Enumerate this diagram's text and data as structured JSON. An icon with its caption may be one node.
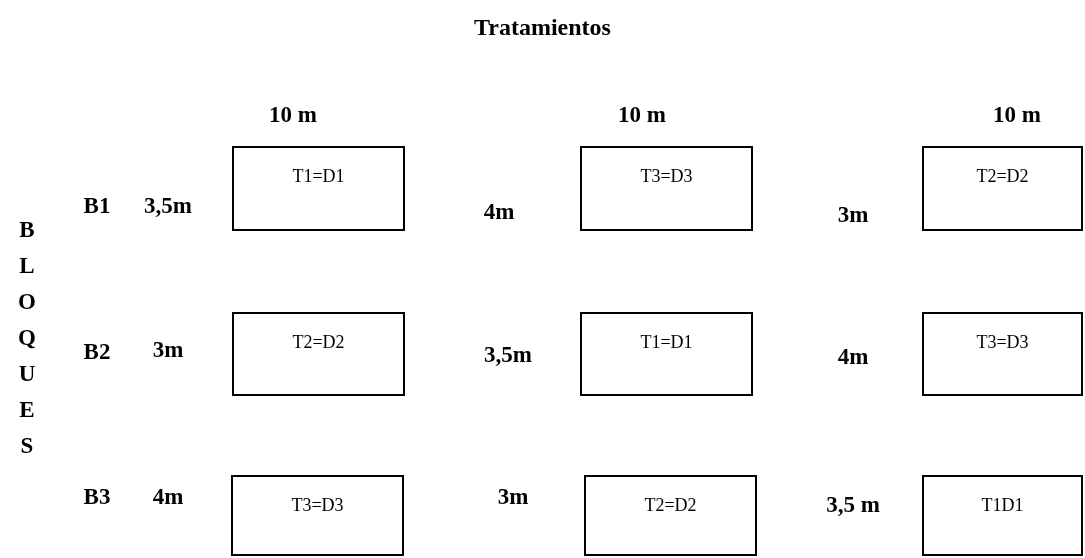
{
  "diagram": {
    "title": "Tratamientos",
    "nodes": [
      {
        "text": [
          "T1=D1"
        ]
      },
      {
        "text": [
          "T3=D3"
        ]
      },
      {
        "text": [
          "T2=D2"
        ]
      },
      {
        "text": [
          "T2=D2"
        ]
      },
      {
        "text": [
          "T1=D1"
        ]
      },
      {
        "text": [
          "T3=D3"
        ]
      },
      {
        "text": [
          "T3=D3"
        ]
      },
      {
        "text": [
          "T2=D2"
        ]
      },
      {
        "text": [
          "T1D1"
        ]
      }
    ],
    "labels": [
      "10 m",
      "10 m",
      "10 m",
      "B1",
      "3,5m",
      "4m",
      "3m",
      "BLOQUES",
      "B2",
      "3m",
      "3,5m",
      "4m",
      "B3",
      "4m",
      "3m",
      "3,5 m"
    ]
  }
}
